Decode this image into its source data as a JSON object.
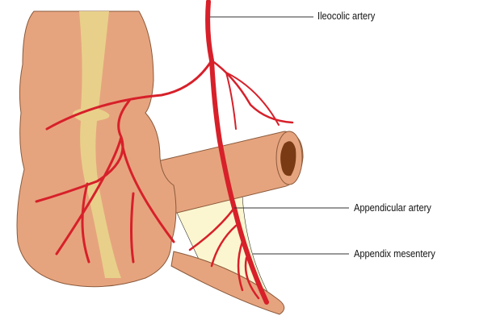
{
  "labels": {
    "ileocolic": "Ileocolic artery",
    "appendicular": "Appendicular artery",
    "mesentery": "Appendix mesentery"
  },
  "colors": {
    "tissue": "#e6a47e",
    "tissue_outline": "#8a5a3c",
    "fat": "#e8d08a",
    "mesentery": "#fbf6cf",
    "artery": "#d7202a",
    "lumen": "#7a3a14"
  }
}
